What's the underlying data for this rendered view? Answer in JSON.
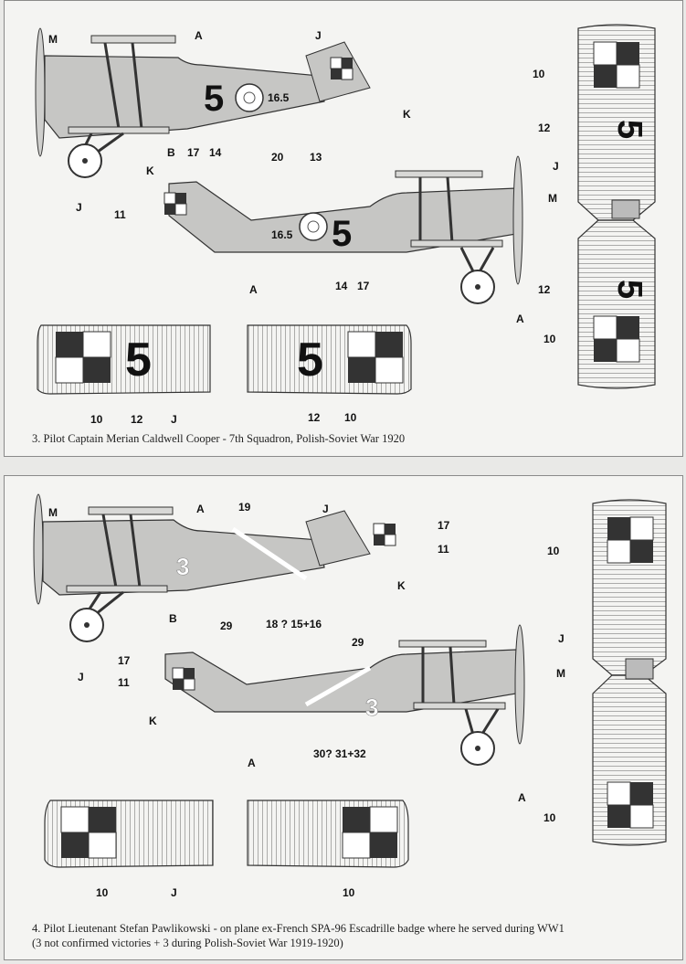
{
  "profile1": {
    "callouts": {
      "m": "M",
      "a_top": "A",
      "j_top": "J",
      "k_top": "K",
      "b": "B",
      "n17": "17",
      "n14": "14",
      "n20": "20",
      "n13": "13",
      "j_gear": "J",
      "k_low": "K",
      "n11": "11",
      "a_low": "A",
      "n14b": "14",
      "n17b": "17",
      "a_prop": "A"
    },
    "numeral": "5",
    "serial": "16.5",
    "wing_top": {
      "n10a": "10",
      "n12a": "12",
      "j": "J",
      "m": "M",
      "n12b": "12",
      "n10b": "10"
    },
    "lower_wings": {
      "n10": "10",
      "n12": "12",
      "j": "J",
      "n12r": "12",
      "n10r": "10"
    },
    "caption": "3. Pilot Captain Merian Caldwell Cooper - 7th Squadron, Polish-Soviet War 1920"
  },
  "profile2": {
    "callouts": {
      "m": "M",
      "a_top": "A",
      "n19": "19",
      "j_top": "J",
      "n17": "17",
      "n11": "11",
      "k": "K",
      "b": "B",
      "n29": "29",
      "n18": "18 ? 15+16",
      "j_gear": "J",
      "n29b": "29",
      "n17b": "17",
      "n11b": "11",
      "k_low": "K",
      "n30": "30? 31+32",
      "a_low": "A",
      "a_prop": "A"
    },
    "numeral": "3",
    "wing_top": {
      "n10a": "10",
      "j": "J",
      "m": "M",
      "n10b": "10"
    },
    "lower_wings": {
      "n10": "10",
      "j": "J",
      "n10r": "10"
    },
    "caption_line1": "4. Pilot Lieutenant Stefan Pawlikowski - on plane ex-French SPA-96 Escadrille badge where he served during WW1",
    "caption_line2": "(3 not confirmed victories + 3 during Polish-Soviet War 1919-1920)"
  }
}
